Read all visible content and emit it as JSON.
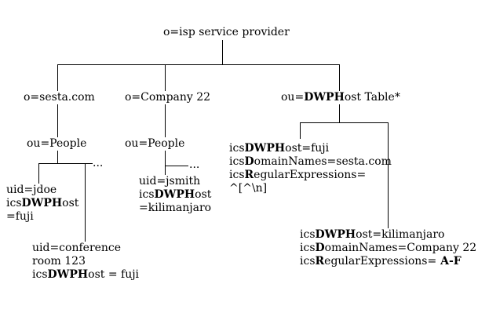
{
  "diagram": {
    "root": {
      "label": "o=isp service provider"
    },
    "sesta": {
      "label": "o=sesta.com",
      "people": "ou=People",
      "ellipsis": "...",
      "jdoe": {
        "uid": "uid=jdoe",
        "host_key_prefix": "ics",
        "host_key_bold": "DWPH",
        "host_key_suffix": "ost",
        "host_value": "=fuji"
      },
      "conference": {
        "uid": "uid=conference",
        "room": "room 123",
        "host_key_prefix": "ics",
        "host_key_bold": "DWPH",
        "host_key_suffix": "ost",
        "host_value": " = fuji"
      }
    },
    "company22": {
      "label": "o=Company 22",
      "people": "ou=People",
      "ellipsis": "...",
      "jsmith": {
        "uid": "uid=jsmith",
        "host_key_prefix": "ics",
        "host_key_bold": "DWPH",
        "host_key_suffix": "ost",
        "host_value": "=kilimanjaro"
      }
    },
    "dwphost_table": {
      "label_prefix": "ou=",
      "label_bold": "DWPH",
      "label_suffix": "ost Table*",
      "fuji_entry": {
        "host_prefix": "ics",
        "host_bold": "DWPH",
        "host_suffix": "ost=fuji",
        "domain_prefix": "ics",
        "domain_bold": "D",
        "domain_suffix": "omainNames=sesta.com",
        "regex_prefix": "ics",
        "regex_bold": "R",
        "regex_suffix": "egularExpressions=",
        "regex_value": "^[^\\n]"
      },
      "kilimanjaro_entry": {
        "host_prefix": "ics",
        "host_bold": "DWPH",
        "host_suffix": "ost=kilimanjaro",
        "domain_prefix": "ics",
        "domain_bold": "D",
        "domain_suffix": "omainNames=Company 22",
        "regex_prefix": "ics",
        "regex_bold": "R",
        "regex_suffix": "egularExpressions=",
        "regex_value": " A-F"
      }
    }
  }
}
